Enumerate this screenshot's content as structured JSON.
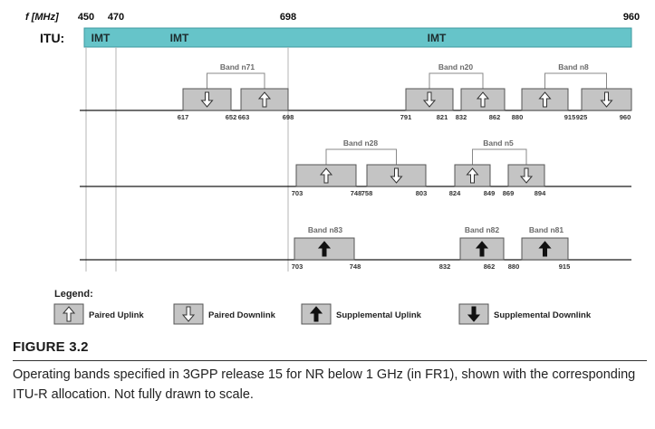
{
  "header": {
    "freq_label": "f [MHz]",
    "freq_ticks": [
      {
        "label": "450",
        "mhz": 450
      },
      {
        "label": "470",
        "mhz": 470
      },
      {
        "label": "698",
        "mhz": 698
      },
      {
        "label": "960",
        "mhz": 960
      }
    ],
    "itu_label": "ITU:",
    "imt_segments": [
      "IMT",
      "IMT",
      "IMT"
    ]
  },
  "rows": [
    {
      "bands": [
        {
          "name": "Band n71",
          "blocks": [
            {
              "kind": "paired-downlink",
              "start_label": "617",
              "end_label": "652"
            },
            {
              "kind": "paired-uplink",
              "start_label": "663",
              "end_label": "698"
            }
          ]
        },
        {
          "name": "Band n20",
          "blocks": [
            {
              "kind": "paired-downlink",
              "start_label": "791",
              "end_label": "821"
            },
            {
              "kind": "paired-uplink",
              "start_label": "832",
              "end_label": "862"
            }
          ]
        },
        {
          "name": "Band n8",
          "blocks": [
            {
              "kind": "paired-uplink",
              "start_label": "880",
              "end_label": "915"
            },
            {
              "kind": "paired-downlink",
              "start_label": "925",
              "end_label": "960"
            }
          ]
        }
      ]
    },
    {
      "bands": [
        {
          "name": "Band n28",
          "blocks": [
            {
              "kind": "paired-uplink",
              "start_label": "703",
              "end_label": "748"
            },
            {
              "kind": "paired-downlink",
              "start_label": "758",
              "end_label": "803"
            }
          ]
        },
        {
          "name": "Band n5",
          "blocks": [
            {
              "kind": "paired-uplink",
              "start_label": "824",
              "end_label": "849"
            },
            {
              "kind": "paired-downlink",
              "start_label": "869",
              "end_label": "894"
            }
          ]
        }
      ]
    },
    {
      "bands": [
        {
          "name": "Band n83",
          "blocks": [
            {
              "kind": "supplemental-uplink",
              "start_label": "703",
              "end_label": "748"
            }
          ]
        },
        {
          "name": "Band n82",
          "blocks": [
            {
              "kind": "supplemental-uplink",
              "start_label": "832",
              "end_label": "862"
            }
          ]
        },
        {
          "name": "Band n81",
          "blocks": [
            {
              "kind": "supplemental-uplink",
              "start_label": "880",
              "end_label": "915"
            }
          ]
        }
      ]
    }
  ],
  "legend": {
    "title": "Legend:",
    "items": [
      {
        "kind": "paired-uplink",
        "label": "Paired Uplink"
      },
      {
        "kind": "paired-downlink",
        "label": "Paired Downlink"
      },
      {
        "kind": "supplemental-uplink",
        "label": "Supplemental Uplink"
      },
      {
        "kind": "supplemental-downlink",
        "label": "Supplemental Downlink"
      }
    ]
  },
  "colors": {
    "imt_bar": "#66c4c9",
    "block_fill": "#c4c4c4",
    "block_stroke": "#555555",
    "label_text": "#6a6a6a",
    "axis_line": "#1a1a1a",
    "guide_line": "#b4b4b4",
    "title_text": "#0d0d0d"
  },
  "caption": {
    "figure": "FIGURE 3.2",
    "text": "Operating bands specified in 3GPP release 15 for NR below 1 GHz (in FR1), shown with the corresponding ITU-R allocation. Not fully drawn to scale."
  }
}
